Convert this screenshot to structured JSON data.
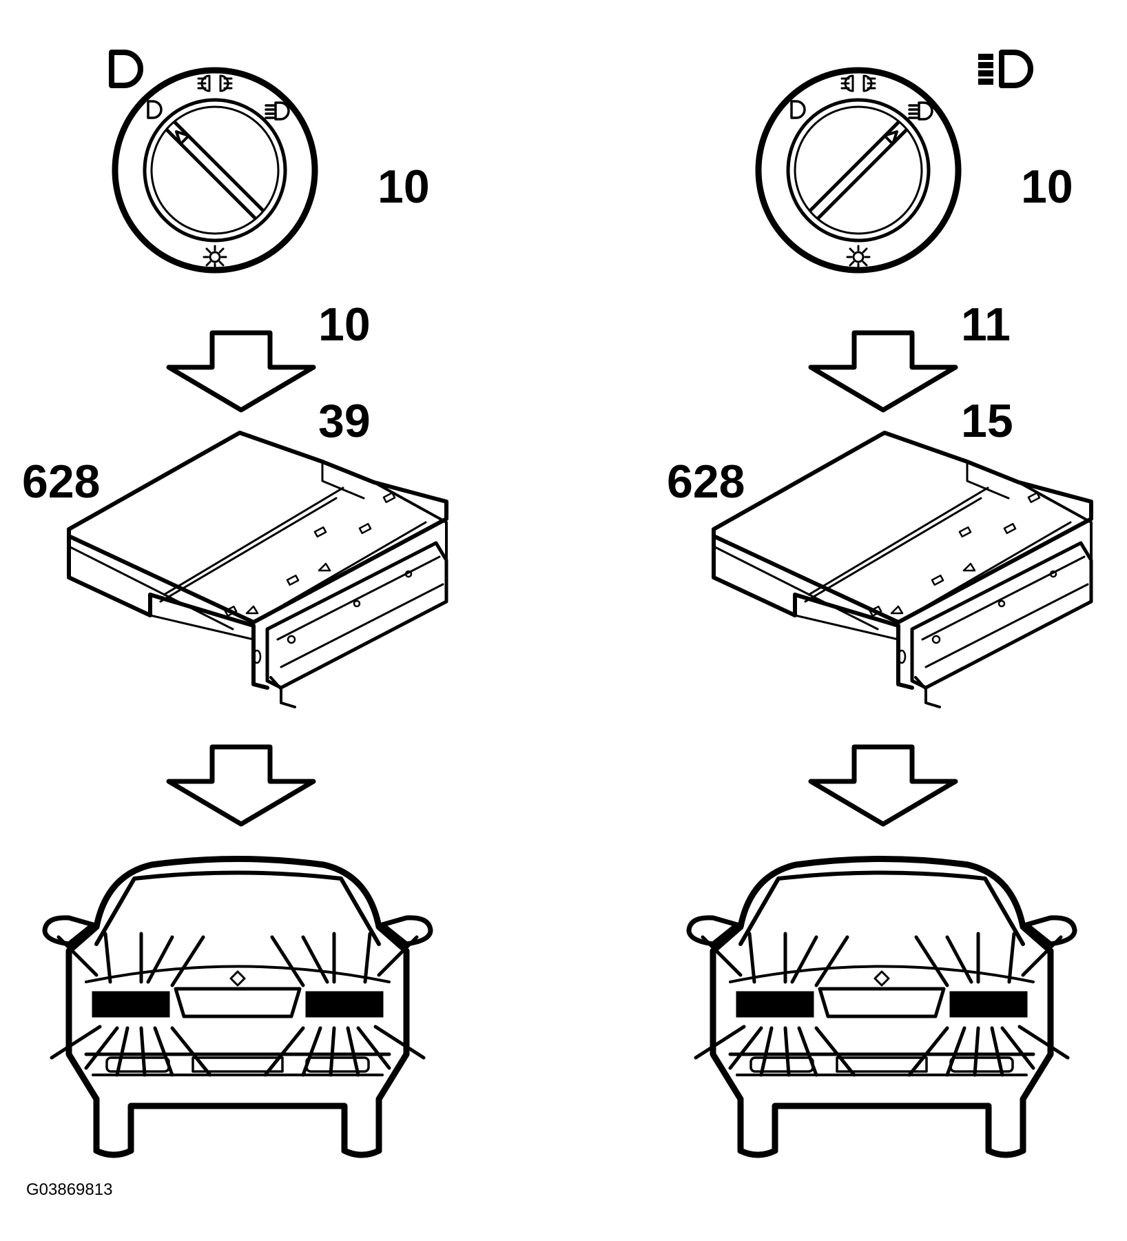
{
  "figure_id": "G03869813",
  "colors": {
    "ink": "#000000",
    "paper": "#ffffff"
  },
  "panels": [
    {
      "side": "left",
      "switch_position": "low-beam",
      "indicator_icon": "low-beam-icon",
      "switch_label": "10",
      "arrow_label": "10",
      "module_pin_label": "39",
      "module_label": "628"
    },
    {
      "side": "right",
      "switch_position": "high-beam",
      "indicator_icon": "high-beam-icon",
      "switch_label": "10",
      "arrow_label": "11",
      "module_pin_label": "15",
      "module_label": "628"
    }
  ]
}
